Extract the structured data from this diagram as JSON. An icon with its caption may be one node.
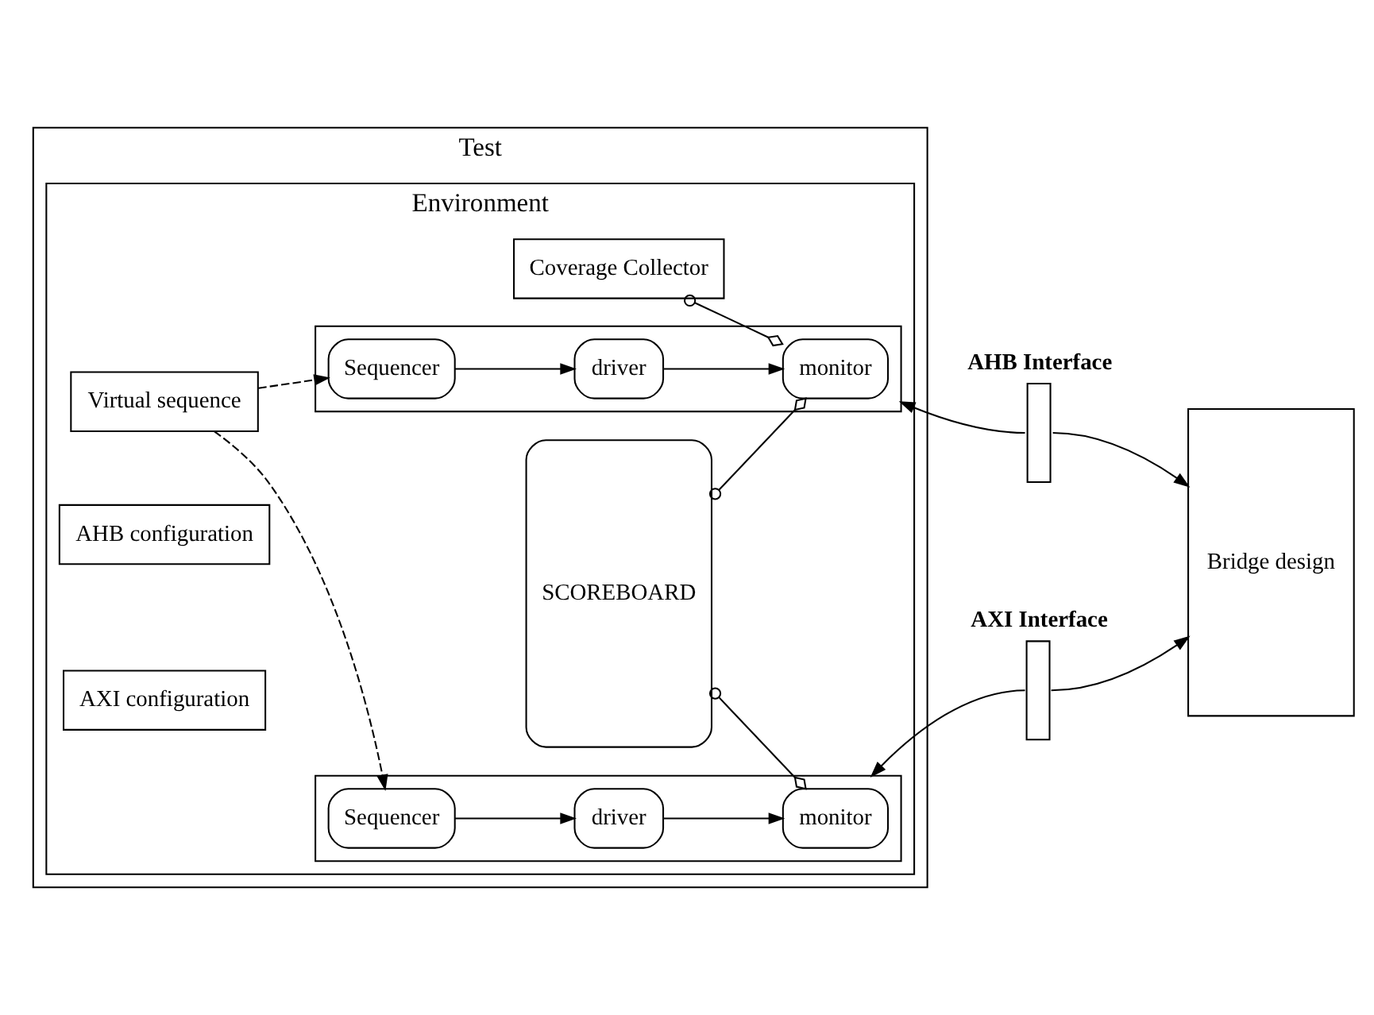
{
  "diagram": {
    "nodes": [
      {
        "text": [
          "Test"
        ]
      },
      {
        "text": [
          "Environment"
        ],
        "in": 0
      },
      {
        "text": [
          "Coverage Collector"
        ],
        "in": 1
      },
      {
        "text": [
          "SCOREBOARD"
        ],
        "in": 1
      },
      {
        "text": [
          "Virtual sequence"
        ],
        "in": 1
      },
      {
        "text": [],
        "shape": "box",
        "in": 1
      },
      {
        "text": [
          "monitor"
        ],
        "in": 5
      },
      {
        "text": [
          "Sequencer"
        ],
        "in": 5
      },
      {
        "text": [
          "driver"
        ],
        "in": 5
      },
      {
        "text": [],
        "shape": "box",
        "in": 1
      },
      {
        "text": [
          "monitor"
        ],
        "in": 9
      },
      {
        "text": [
          "Sequencer"
        ],
        "in": 9
      },
      {
        "text": [
          "driver"
        ],
        "in": 9
      },
      {
        "text": [
          "AHB configuration"
        ],
        "in": 1
      },
      {
        "text": [
          "AXI configuration"
        ],
        "in": 1
      },
      {
        "text": [],
        "shape": "bar",
        "beside": [
          "AHB Interface"
        ]
      },
      {
        "text": [],
        "shape": "bar",
        "beside": [
          "AXI Interface"
        ]
      },
      {
        "text": [
          "Bridge design"
        ]
      }
    ],
    "edges": [
      {
        "from": 3,
        "to": 6,
        "arrow": "other"
      },
      {
        "from": 2,
        "to": 6,
        "arrow": "other"
      },
      {
        "from": 3,
        "to": 10,
        "arrow": "other"
      },
      {
        "from": 4,
        "to": 7,
        "arrow": "to",
        "style": "dashed"
      },
      {
        "from": 4,
        "to": 11,
        "arrow": "to",
        "style": "dashed"
      },
      {
        "from": 7,
        "to": 8,
        "arrow": "to"
      },
      {
        "from": 8,
        "to": 6,
        "arrow": "to"
      },
      {
        "from": 11,
        "to": 12,
        "arrow": "to"
      },
      {
        "from": 12,
        "to": 10,
        "arrow": "to"
      },
      {
        "from": 15,
        "to": 5,
        "arrow": "to"
      },
      {
        "from": 15,
        "to": 17,
        "arrow": "to"
      },
      {
        "from": 16,
        "to": 9,
        "arrow": "to"
      },
      {
        "from": 16,
        "to": 17,
        "arrow": "to"
      }
    ]
  }
}
